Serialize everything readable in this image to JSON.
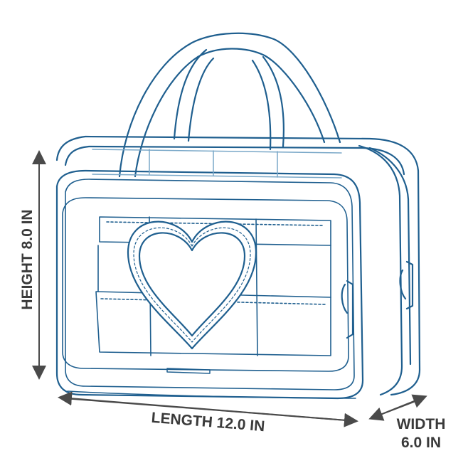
{
  "dimensions": {
    "height_label": "HEIGHT 8.0 IN",
    "length_label": "LENGTH 12.0 IN",
    "width_label_line1": "WIDTH",
    "width_label_line2": "6.0 IN"
  },
  "colors": {
    "outline": "#1f5f8f",
    "outline_light": "#7aa8c8",
    "arrow": "#4a4a4a",
    "text": "#3a3a3a"
  },
  "illustration": {
    "subject": "clear-cosmetic-bag-icon",
    "features": [
      "handle-icon",
      "heart-window-icon",
      "zipper-icon",
      "pocket-icon"
    ]
  }
}
